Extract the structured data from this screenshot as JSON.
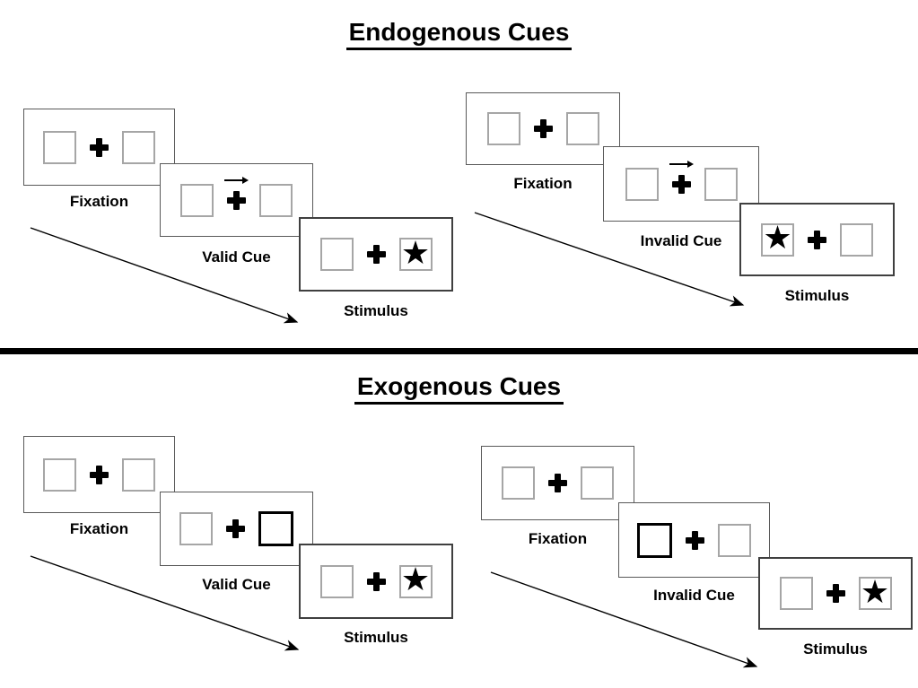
{
  "page": {
    "section_top_title": "Endogenous Cues",
    "section_bottom_title": "Exogenous Cues"
  },
  "icons": {
    "star": "★",
    "fixation_cross": "plus-cross",
    "cue_arrow": "right-arrow"
  },
  "colors": {
    "background": "#ffffff",
    "card_border": "#595959",
    "stimulus_card_border": "#3f3f3f",
    "square_border": "#a6a6a6",
    "highlight_square_border": "#000000",
    "symbol": "#000000",
    "divider": "#000000"
  },
  "sequences": [
    {
      "name": "endogenous-valid",
      "steps": [
        {
          "label": "Fixation",
          "type": "fixation"
        },
        {
          "label": "Valid Cue",
          "type": "central-arrow-cue",
          "cue_direction": "right"
        },
        {
          "label": "Stimulus",
          "type": "target",
          "target_side": "right"
        }
      ]
    },
    {
      "name": "endogenous-invalid",
      "steps": [
        {
          "label": "Fixation",
          "type": "fixation"
        },
        {
          "label": "Invalid Cue",
          "type": "central-arrow-cue",
          "cue_direction": "right"
        },
        {
          "label": "Stimulus",
          "type": "target",
          "target_side": "left"
        }
      ]
    },
    {
      "name": "exogenous-valid",
      "steps": [
        {
          "label": "Fixation",
          "type": "fixation"
        },
        {
          "label": "Valid Cue",
          "type": "peripheral-box-cue",
          "cue_side": "right"
        },
        {
          "label": "Stimulus",
          "type": "target",
          "target_side": "right"
        }
      ]
    },
    {
      "name": "exogenous-invalid",
      "steps": [
        {
          "label": "Fixation",
          "type": "fixation"
        },
        {
          "label": "Invalid Cue",
          "type": "peripheral-box-cue",
          "cue_side": "left"
        },
        {
          "label": "Stimulus",
          "type": "target",
          "target_side": "right"
        }
      ]
    }
  ]
}
